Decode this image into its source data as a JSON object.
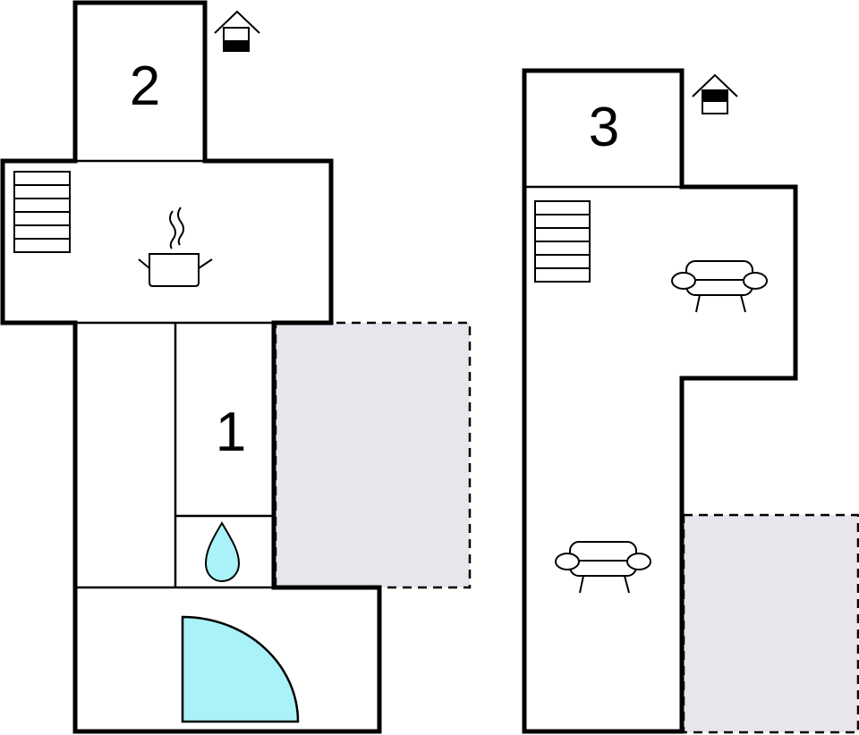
{
  "rooms": [
    {
      "label": "1"
    },
    {
      "label": "2"
    },
    {
      "label": "3"
    }
  ],
  "colors": {
    "wall": "#000000",
    "terrace": "#e6e6ec",
    "water": "#a8f2f8"
  },
  "icons": [
    "floor-level-icon",
    "stairs-icon",
    "cooking-pot-icon",
    "water-drop-icon",
    "shower-icon",
    "sofa-icon"
  ]
}
